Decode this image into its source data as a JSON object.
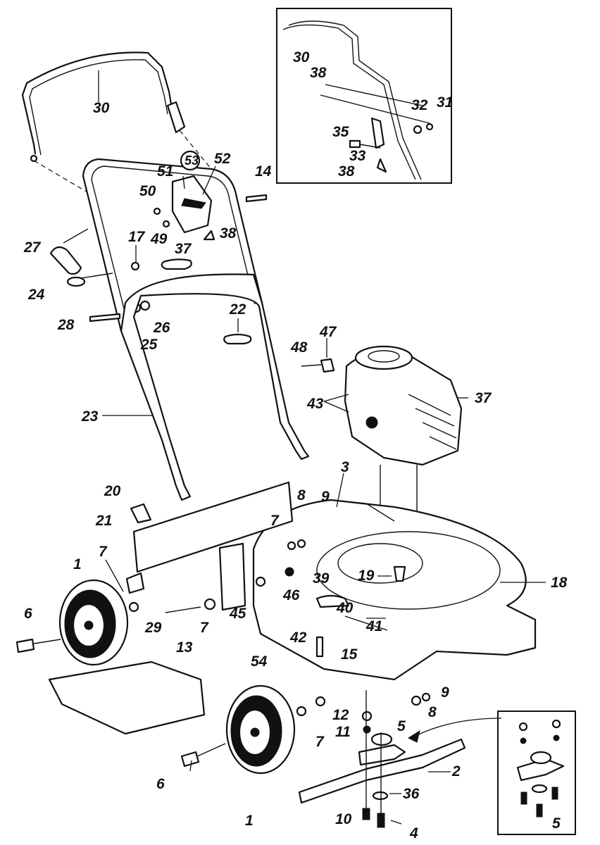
{
  "labels": [
    {
      "id": "30a",
      "text": "30"
    },
    {
      "id": "53",
      "text": "53"
    },
    {
      "id": "52",
      "text": "52"
    },
    {
      "id": "51",
      "text": "51"
    },
    {
      "id": "14",
      "text": "14"
    },
    {
      "id": "50",
      "text": "50"
    },
    {
      "id": "17",
      "text": "17"
    },
    {
      "id": "49",
      "text": "49"
    },
    {
      "id": "38a",
      "text": "38"
    },
    {
      "id": "27",
      "text": "27"
    },
    {
      "id": "37a",
      "text": "37"
    },
    {
      "id": "24",
      "text": "24"
    },
    {
      "id": "28",
      "text": "28"
    },
    {
      "id": "26",
      "text": "26"
    },
    {
      "id": "25",
      "text": "25"
    },
    {
      "id": "22",
      "text": "22"
    },
    {
      "id": "48",
      "text": "48"
    },
    {
      "id": "47",
      "text": "47"
    },
    {
      "id": "43",
      "text": "43"
    },
    {
      "id": "37b",
      "text": "37"
    },
    {
      "id": "23",
      "text": "23"
    },
    {
      "id": "20",
      "text": "20"
    },
    {
      "id": "3",
      "text": "3"
    },
    {
      "id": "21",
      "text": "21"
    },
    {
      "id": "8a",
      "text": "8"
    },
    {
      "id": "9a",
      "text": "9"
    },
    {
      "id": "7a",
      "text": "7"
    },
    {
      "id": "1a",
      "text": "1"
    },
    {
      "id": "7b",
      "text": "7"
    },
    {
      "id": "19",
      "text": "19"
    },
    {
      "id": "18",
      "text": "18"
    },
    {
      "id": "39",
      "text": "39"
    },
    {
      "id": "46",
      "text": "46"
    },
    {
      "id": "45",
      "text": "45"
    },
    {
      "id": "40",
      "text": "40"
    },
    {
      "id": "6a",
      "text": "6"
    },
    {
      "id": "29",
      "text": "29"
    },
    {
      "id": "7c",
      "text": "7"
    },
    {
      "id": "41",
      "text": "41"
    },
    {
      "id": "42",
      "text": "42"
    },
    {
      "id": "15",
      "text": "15"
    },
    {
      "id": "13",
      "text": "13"
    },
    {
      "id": "54",
      "text": "54"
    },
    {
      "id": "9b",
      "text": "9"
    },
    {
      "id": "8b",
      "text": "8"
    },
    {
      "id": "12",
      "text": "12"
    },
    {
      "id": "11",
      "text": "11"
    },
    {
      "id": "5a",
      "text": "5"
    },
    {
      "id": "7d",
      "text": "7"
    },
    {
      "id": "2",
      "text": "2"
    },
    {
      "id": "6b",
      "text": "6"
    },
    {
      "id": "36",
      "text": "36"
    },
    {
      "id": "10",
      "text": "10"
    },
    {
      "id": "4",
      "text": "4"
    },
    {
      "id": "1b",
      "text": "1"
    },
    {
      "id": "5b",
      "text": "5"
    }
  ],
  "inset_labels": [
    {
      "id": "i30",
      "text": "30"
    },
    {
      "id": "i38a",
      "text": "38"
    },
    {
      "id": "i32",
      "text": "32"
    },
    {
      "id": "i31",
      "text": "31"
    },
    {
      "id": "i35",
      "text": "35"
    },
    {
      "id": "i33",
      "text": "33"
    },
    {
      "id": "i38b",
      "text": "38"
    }
  ],
  "colors": {
    "ink": "#111111",
    "paper": "#ffffff"
  }
}
